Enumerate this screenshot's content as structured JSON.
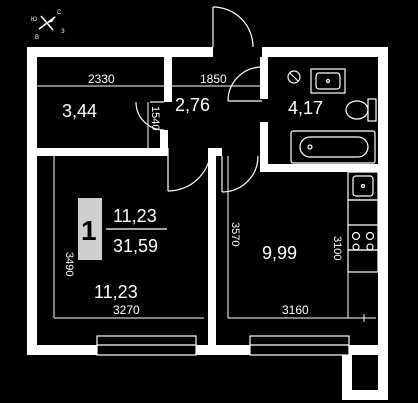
{
  "compass": {
    "north": "С",
    "south": "Ю",
    "east": "В",
    "west": "З"
  },
  "dimensions": {
    "left_top_width": "2330",
    "corridor_width": "1850",
    "corridor_depth": "1540",
    "left_room_height": "3490",
    "center_height": "3570",
    "right_height": "3100",
    "bottom_left_width": "3270",
    "bottom_right_width": "3160"
  },
  "rooms": {
    "kitchen_area": "3,44",
    "hall_area": "2,76",
    "bathroom_area": "4,17",
    "bedroom_area": "11,23",
    "living_area": "9,99"
  },
  "summary": {
    "rooms_count": "1",
    "living_area": "11,23",
    "total_area": "31,59"
  },
  "colors": {
    "background": "#000000",
    "walls": "#ffffff",
    "badge": "#cfcfcf",
    "lines": "#ffffff"
  },
  "icons": [
    "compass-icon",
    "door-swing-icon",
    "bathtub-icon",
    "toilet-icon",
    "sink-icon",
    "stove-icon",
    "window-icon"
  ]
}
